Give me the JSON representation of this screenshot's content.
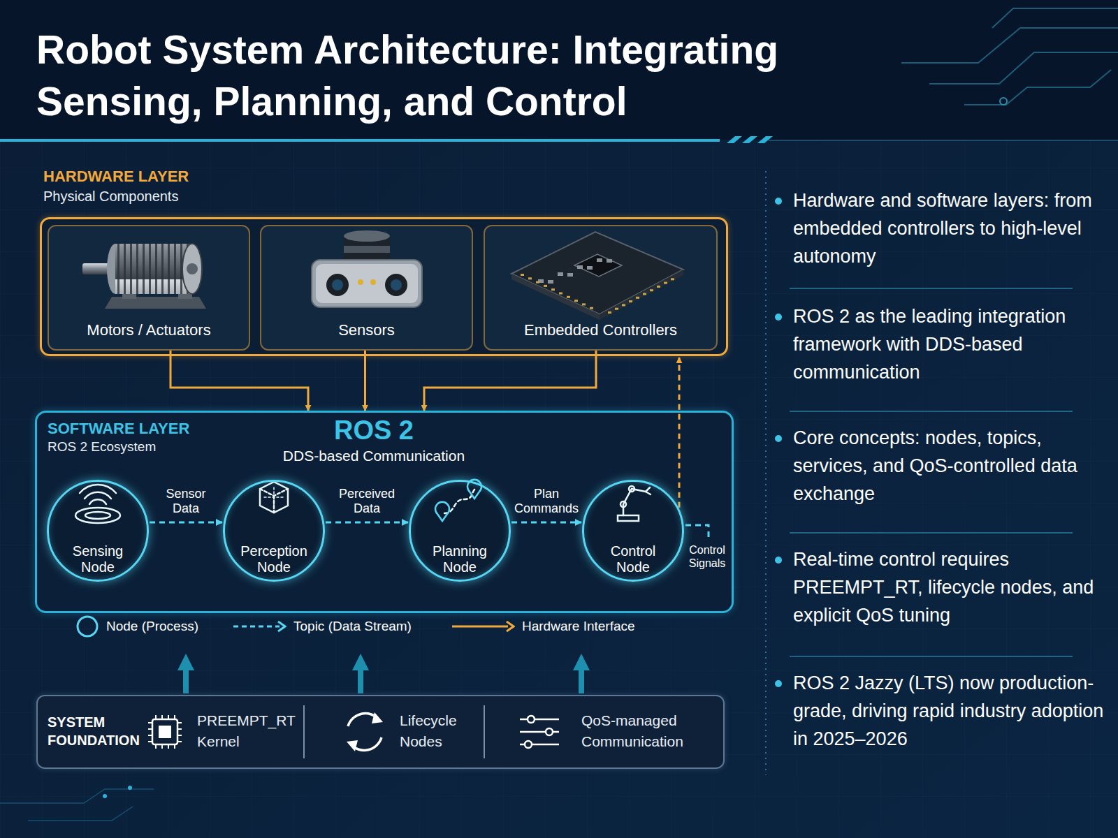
{
  "diagram": {
    "title": "Robot System Architecture: Integrating Sensing, Planning, and Control",
    "nodes": [
      {
        "text": [
          "HARDWARE LAYER",
          "Physical Components"
        ]
      },
      {
        "text": [
          "Motors / Actuators"
        ],
        "in": 0
      },
      {
        "text": [
          "Sensors"
        ],
        "in": 0
      },
      {
        "text": [
          "Embedded Controllers"
        ],
        "in": 0
      },
      {
        "text": [
          "SOFTWARE LAYER",
          "ROS 2 Ecosystem",
          "ROS 2",
          "DDS-based Communication"
        ]
      },
      {
        "text": [
          "Sensing Node"
        ],
        "in": 4
      },
      {
        "text": [
          "Perception Node"
        ],
        "in": 4
      },
      {
        "text": [
          "Planning Node"
        ],
        "in": 4
      },
      {
        "text": [
          "Control Node"
        ],
        "in": 4
      },
      {
        "text": [
          "SYSTEM FOUNDATION",
          "PREEMPT_RT Kernel",
          "Lifecycle Nodes",
          "QoS-managed Communication"
        ]
      }
    ],
    "edges": [
      {
        "from": 1,
        "to": 4,
        "arrow": "to"
      },
      {
        "from": 2,
        "to": 4,
        "arrow": "to"
      },
      {
        "from": 3,
        "to": 4,
        "arrow": "to"
      },
      {
        "from": 5,
        "to": 6,
        "label": "Sensor Data",
        "arrow": "to"
      },
      {
        "from": 6,
        "to": 7,
        "label": "Perceived Data",
        "arrow": "to"
      },
      {
        "from": 7,
        "to": 8,
        "label": "Plan Commands",
        "arrow": "to"
      },
      {
        "from": 8,
        "to": 0,
        "label": "Control Signals",
        "arrow": "to"
      }
    ],
    "labels": [
      "Hardware and software layers: from embedded controllers to high-level autonomy",
      "ROS 2 as the leading integration framework with DDS-based communication",
      "Core concepts: nodes, topics, services, and QoS-controlled data exchange",
      "Real-time control requires PREEMPT_RT, lifecycle nodes, and explicit QoS tuning",
      "ROS 2 Jazzy (LTS) now production-grade, driving rapid industry adoption in 2025–2026"
    ],
    "legend": [
      {
        "text": "Node (Process)"
      },
      {
        "text": "Topic (Data Stream)"
      },
      {
        "text": "Hardware Interface"
      }
    ]
  }
}
